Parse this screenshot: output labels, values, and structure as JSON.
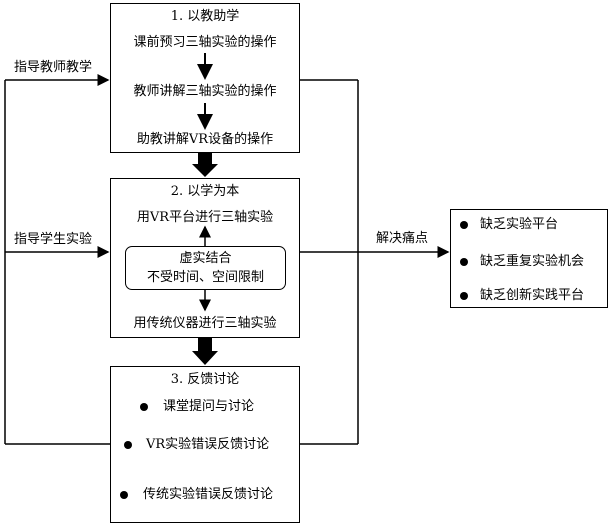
{
  "box1": {
    "title": "1. 以教助学",
    "steps": [
      "课前预习三轴实验的操作",
      "教师讲解三轴实验的操作",
      "助教讲解VR设备的操作"
    ]
  },
  "box2": {
    "title": "2. 以学为本",
    "top": "用VR平台进行三轴实验",
    "center_line1": "虚实结合",
    "center_line2": "不受时间、空间限制",
    "bottom": "用传统仪器进行三轴实验"
  },
  "box3": {
    "title": "3. 反馈讨论",
    "items": [
      "课堂提问与讨论",
      "VR实验错误反馈讨论",
      "传统实验错误反馈讨论"
    ]
  },
  "left_labels": {
    "teacher": "指导教师教学",
    "student": "指导学生实验"
  },
  "right_label": "解决痛点",
  "pain_points": [
    "缺乏实验平台",
    "缺乏重复实验机会",
    "缺乏创新实践平台"
  ]
}
